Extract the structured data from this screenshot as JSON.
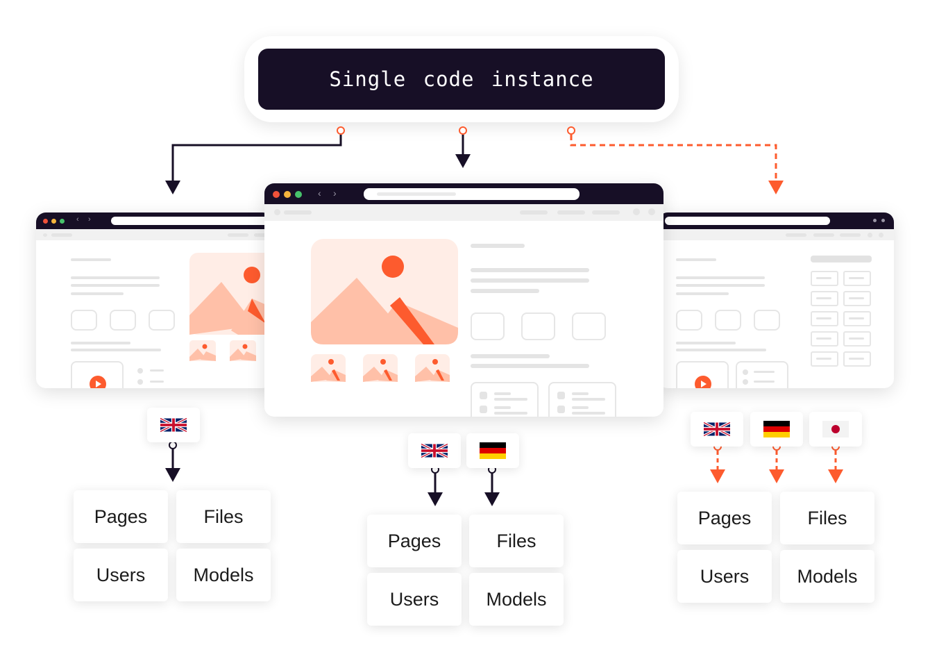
{
  "title": "Single code instance",
  "colors": {
    "dark": "#170f26",
    "accent": "#fd5b2e",
    "accent_light": "#ffc0a8",
    "accent_pale": "#ffede6"
  },
  "icons": [
    "flag-uk-icon",
    "flag-de-icon",
    "flag-jp-icon",
    "image-placeholder-icon",
    "play-icon",
    "arrow-down-icon"
  ],
  "groups": [
    {
      "flags": [
        "flag-uk-icon"
      ],
      "line_style": "solid",
      "tiles": [
        "Pages",
        "Files",
        "Users",
        "Models"
      ]
    },
    {
      "flags": [
        "flag-uk-icon",
        "flag-de-icon"
      ],
      "line_style": "solid",
      "tiles": [
        "Pages",
        "Files",
        "Users",
        "Models"
      ]
    },
    {
      "flags": [
        "flag-uk-icon",
        "flag-de-icon",
        "flag-jp-icon"
      ],
      "line_style": "dashed",
      "tiles": [
        "Pages",
        "Files",
        "Users",
        "Models"
      ]
    }
  ]
}
